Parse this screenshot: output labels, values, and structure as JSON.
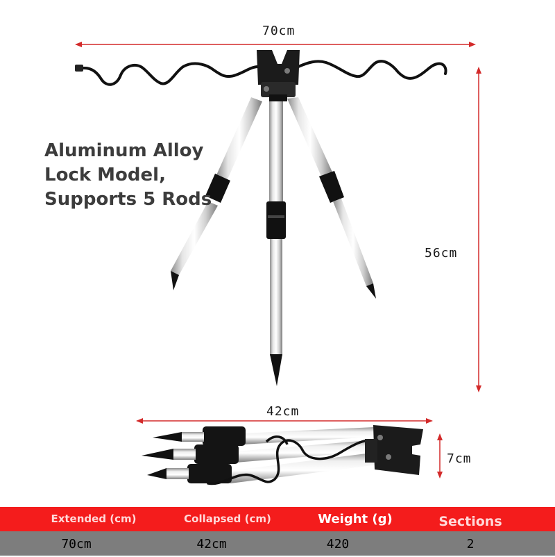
{
  "dimensions": {
    "top_width": "70cm",
    "height": "56cm",
    "folded_length": "42cm",
    "folded_thickness": "7cm"
  },
  "headline": {
    "line1": "Aluminum Alloy",
    "line2": "Lock Model,",
    "line3": "Supports 5 Rods"
  },
  "spec_table": {
    "headers": {
      "extended": "Extended (cm)",
      "collapsed": "Collapsed (cm)",
      "weight": "Weight (g)",
      "sections": "Sections"
    },
    "values": {
      "extended": "70cm",
      "collapsed": "42cm",
      "weight": "420",
      "sections": "2"
    }
  },
  "colors": {
    "dimension_line": "#d32a2a",
    "header_bar": "#f41c1c",
    "value_bar": "#7d7d7d",
    "headline_text": "#3c3c3c"
  }
}
